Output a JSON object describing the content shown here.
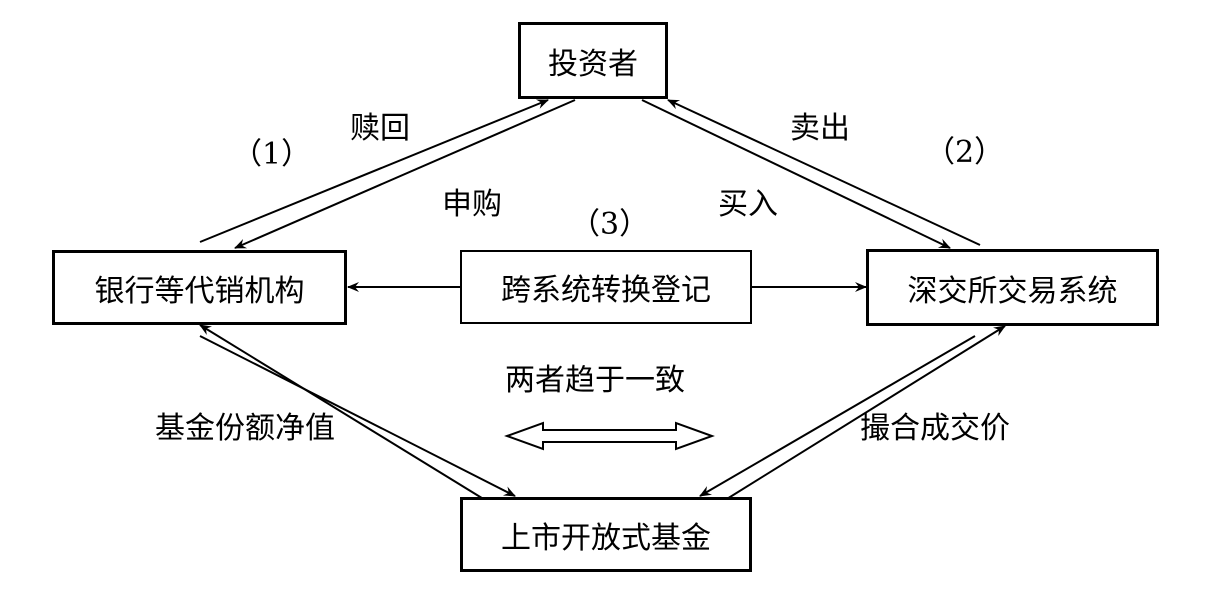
{
  "nodes": {
    "investor": "投资者",
    "bank": "银行等代销机构",
    "transfer": "跨系统转换登记",
    "szse": "深交所交易系统",
    "lof": "上市开放式基金"
  },
  "labels": {
    "redeem": "赎回",
    "subscribe": "申购",
    "sell": "卖出",
    "buy": "买入",
    "path1": "（1）",
    "path2": "（2）",
    "path3": "（3）",
    "nav": "基金份额净值",
    "match_price": "撮合成交价",
    "converge": "两者趋于一致"
  }
}
